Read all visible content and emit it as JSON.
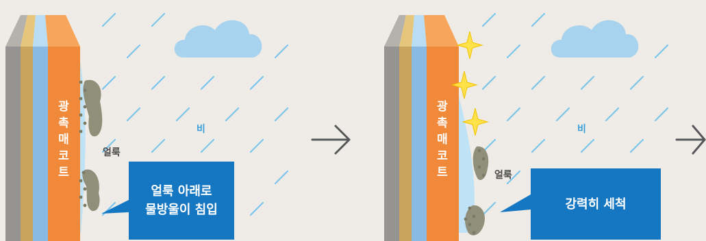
{
  "panels": [
    {
      "coating_label_chars": [
        "광",
        "촉",
        "매",
        "코",
        "트"
      ],
      "stain_label": "얼룩",
      "rain_label": "비",
      "callout_lines": [
        "얼룩 아래로",
        "물방울이 침입"
      ]
    },
    {
      "coating_label_chars": [
        "광",
        "촉",
        "매",
        "코",
        "트"
      ],
      "stain_label": "얼룩",
      "rain_label": "비",
      "callout_lines": [
        "강력히 세척"
      ]
    }
  ],
  "colors": {
    "background": "#efece7",
    "rain": "#7cc4ec",
    "cloud": "#a8d3ee",
    "coating": "#f0893a",
    "callout": "#1577c2",
    "sparkle": "#ffe14a"
  },
  "icons": {
    "arrow": "right-arrow-icon",
    "sparkle": "sparkle-icon",
    "cloud": "cloud-icon"
  }
}
